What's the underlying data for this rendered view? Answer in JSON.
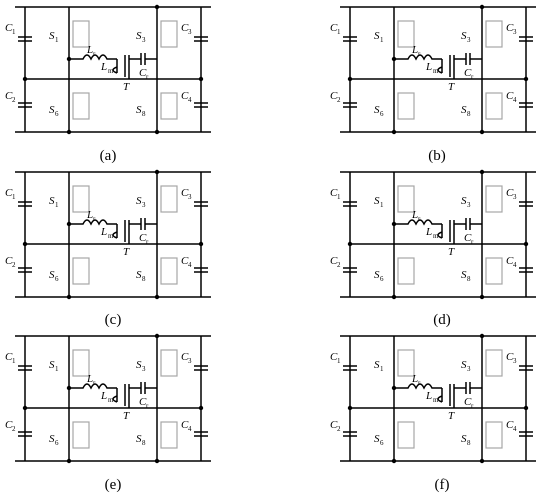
{
  "figure": {
    "panels": [
      {
        "caption": "(a)",
        "labels": {
          "C1": "C",
          "S1": "S",
          "Lr": "L",
          "Lm": "L",
          "Cr": "C",
          "T": "T",
          "S3": "S",
          "C3": "C",
          "C2": "C",
          "S6": "S",
          "S8": "S",
          "C4": "C"
        }
      },
      {
        "caption": "(b)"
      },
      {
        "caption": "(c)"
      },
      {
        "caption": "(d)"
      },
      {
        "caption": "(e)"
      },
      {
        "caption": "(f)"
      }
    ],
    "subscripts": {
      "c1": "1",
      "s1": "1",
      "lr": "r",
      "lm": "m",
      "cr": "r",
      "s3": "3",
      "c3": "3",
      "c2": "2",
      "s6": "6",
      "s8": "8",
      "c4": "4"
    },
    "colors": {
      "active": "#000000",
      "inactive": "#a6a6a6"
    }
  }
}
